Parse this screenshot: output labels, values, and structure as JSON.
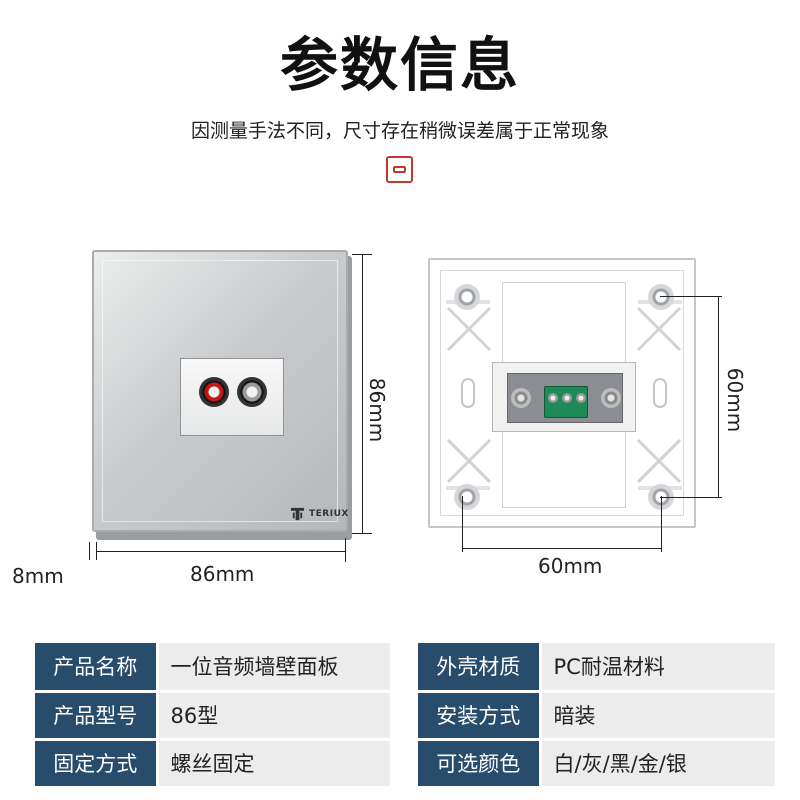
{
  "header": {
    "title": "参数信息",
    "subtitle": "因测量手法不同，尺寸存在稍微误差属于正常现象"
  },
  "front_panel": {
    "brand": "TERIUX",
    "dim_width": "86mm",
    "dim_height": "86mm",
    "dim_depth": "8mm"
  },
  "back_panel": {
    "dim_width": "60mm",
    "dim_height": "60mm"
  },
  "specs_left": [
    {
      "key": "产品名称",
      "value": "一位音频墙壁面板"
    },
    {
      "key": "产品型号",
      "value": "86型"
    },
    {
      "key": "固定方式",
      "value": "螺丝固定"
    }
  ],
  "specs_right": [
    {
      "key": "外壳材质",
      "value": "PC耐温材料"
    },
    {
      "key": "安装方式",
      "value": "暗装"
    },
    {
      "key": "可选颜色",
      "value": "白/灰/黑/金/银"
    }
  ],
  "colors": {
    "table_key_bg": "#284c6b",
    "table_value_bg": "#ececec",
    "accent": "#c8352d",
    "terminal": "#1e8a55"
  },
  "icons": {
    "divider": "socket-icon",
    "jack_left": "red-rca-jack",
    "jack_right": "white-rca-jack"
  }
}
